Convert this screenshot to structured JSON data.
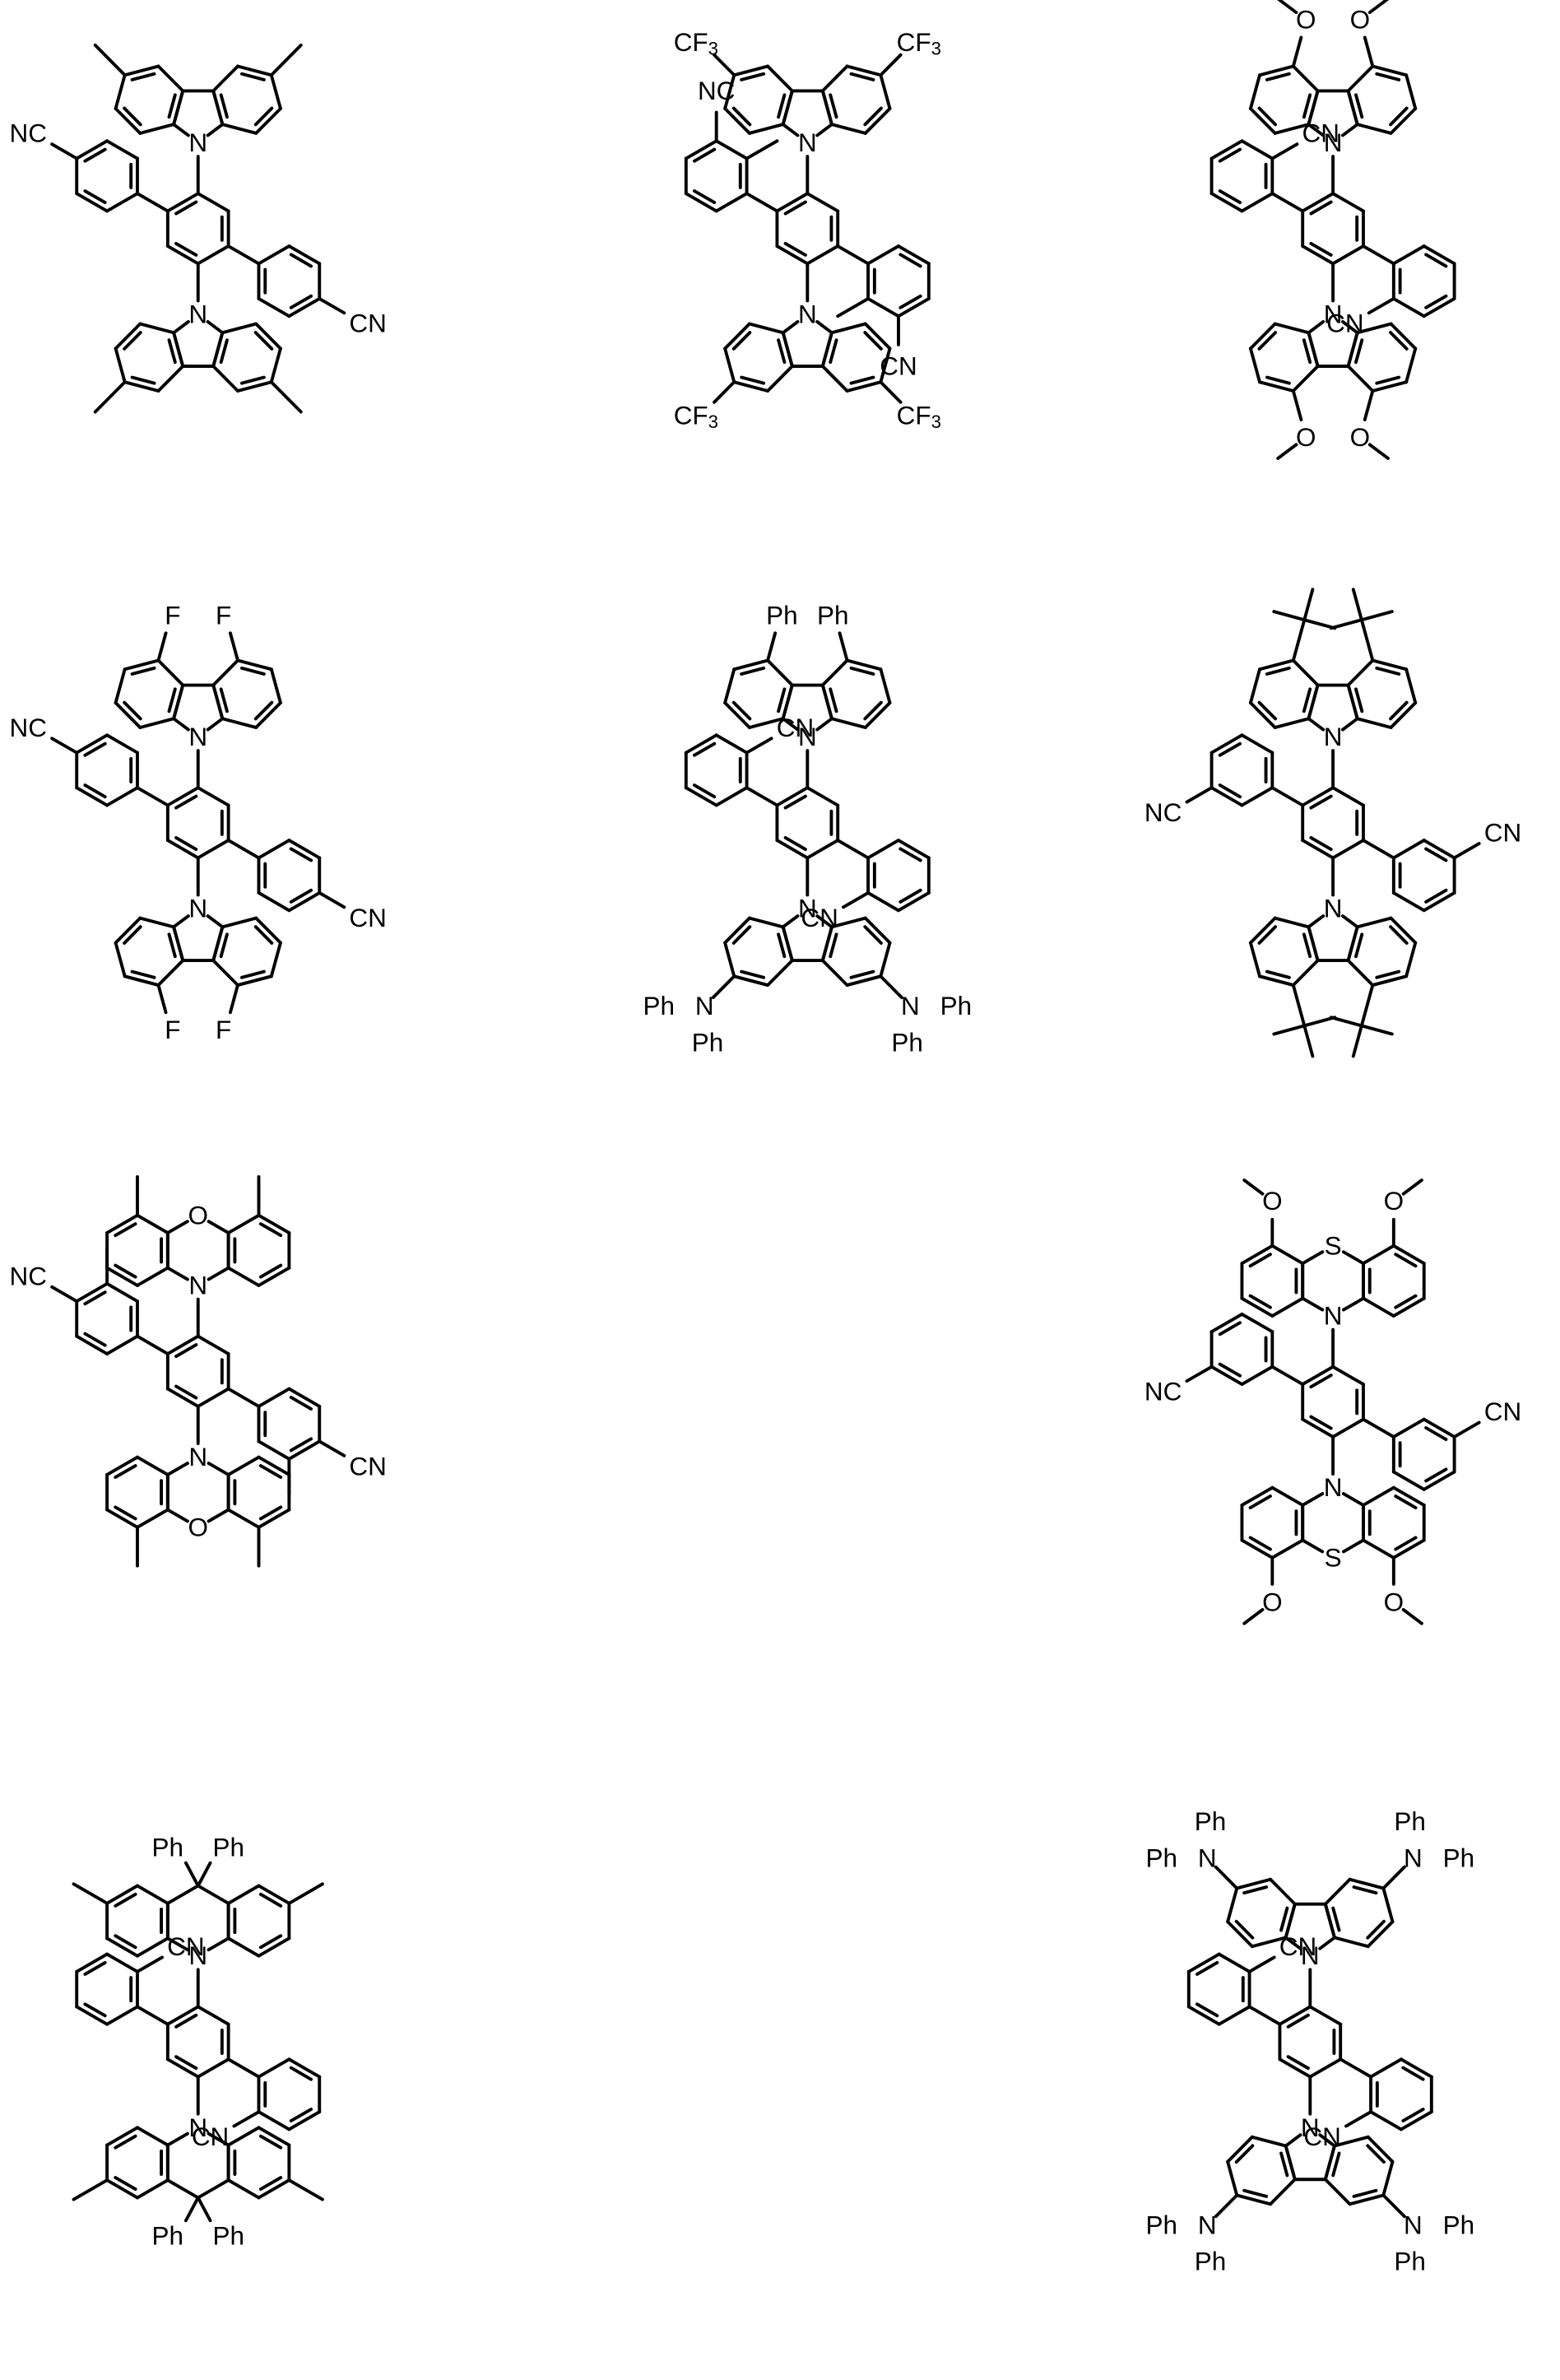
{
  "figure": {
    "type": "chemical-structure-grid",
    "layout": {
      "rows": 4,
      "columns": 3
    },
    "background": "#ffffff",
    "ink": "#000000"
  },
  "molecules": [
    {
      "id": "m1",
      "row": 1,
      "col": 1,
      "core": "1,4-di(carbazol-9-yl)-2,5-diarylbenzene",
      "donor": "3,6-dimethylcarbazole",
      "donor_substituent_label": "",
      "acceptor": "4-cyanophenyl",
      "labels": {
        "top_left": "NC",
        "bottom_right": "CN",
        "n_top": "N",
        "n_bottom": "N"
      }
    },
    {
      "id": "m2",
      "row": 1,
      "col": 2,
      "core": "1,4-di(carbazol-9-yl)-2,5-diarylbenzene",
      "donor": "3,6-bis(trifluoromethyl)carbazole",
      "donor_substituent_label": "CF3",
      "acceptor": "3-cyano-2-methylphenyl",
      "labels": {
        "cf3_left": "F3C",
        "cf3_right": "CF3",
        "left_cn": "NC",
        "right_cn": "CN",
        "n_top": "N",
        "n_bottom": "N"
      }
    },
    {
      "id": "m3",
      "row": 1,
      "col": 3,
      "core": "1,4-di(carbazol-9-yl)-2,5-diarylbenzene",
      "donor": "2,7-dimethoxycarbazole",
      "donor_substituent_label": "O",
      "acceptor": "2-cyanophenyl",
      "labels": {
        "o": "O",
        "left_cn": "CN",
        "right_cn": "CN",
        "n_top": "N",
        "n_bottom": "N"
      }
    },
    {
      "id": "m4",
      "row": 2,
      "col": 1,
      "core": "1,4-di(carbazol-9-yl)-2,5-diarylbenzene",
      "donor": "2,7-difluorocarbazole",
      "donor_substituent_label": "F",
      "acceptor": "4-cyanophenyl",
      "labels": {
        "f": "F",
        "left_cn": "NC",
        "right_cn": "CN",
        "n_top": "N",
        "n_bottom": "N"
      }
    },
    {
      "id": "m5",
      "row": 2,
      "col": 2,
      "core": "1,4-di(carbazol-9-yl)-2,5-diarylbenzene",
      "donor": "top: 2,7-diphenylcarbazole; bottom: 3,6-bis(diphenylamino)carbazole",
      "donor_substituent_label": "Ph",
      "acceptor": "2-cyanophenyl",
      "labels": {
        "ph": "Ph",
        "n_amine": "N",
        "left_cn": "CN",
        "right_cn": "CN",
        "n_top": "N",
        "n_bottom": "N"
      }
    },
    {
      "id": "m6",
      "row": 2,
      "col": 3,
      "core": "1,4-di(carbazol-9-yl)-2,5-diarylbenzene",
      "donor": "2,7-di-tert-butylcarbazole",
      "donor_substituent_label": "",
      "acceptor": "3-cyanophenyl",
      "labels": {
        "left_cn": "NC",
        "right_cn": "CN",
        "n_top": "N",
        "n_bottom": "N"
      }
    },
    {
      "id": "m7",
      "row": 3,
      "col": 1,
      "core": "1,4-di(phenoxazin-10-yl)-2,5-diarylbenzene",
      "donor": "2,8-dimethylphenoxazine",
      "donor_substituent_label": "O",
      "acceptor": "4-cyano-3-methylphenyl",
      "labels": {
        "o": "O",
        "left_cn": "NC",
        "right_cn": "CN",
        "n_top": "N",
        "n_bottom": "N"
      }
    },
    {
      "id": "m8",
      "row": 3,
      "col": 3,
      "core": "1,4-di(phenothiazin-10-yl)-2,5-diarylbenzene",
      "donor": "2,8-dimethoxyphenothiazine",
      "donor_substituent_label": "S",
      "acceptor": "3-cyanophenyl",
      "labels": {
        "s": "S",
        "o": "O",
        "left_cn": "NC",
        "right_cn": "CN",
        "n_top": "N",
        "n_bottom": "N"
      }
    },
    {
      "id": "m9",
      "row": 4,
      "col": 1,
      "core": "1,4-di(acridin-10-yl)-2,5-diarylbenzene",
      "donor": "2,7-dimethyl-9,9-diphenyl-9,10-dihydroacridine",
      "donor_substituent_label": "Ph",
      "acceptor": "2-cyanophenyl",
      "labels": {
        "ph": "Ph",
        "left_cn": "CN",
        "right_cn": "CN",
        "n_top": "N",
        "n_bottom": "N"
      }
    },
    {
      "id": "m10",
      "row": 4,
      "col": 3,
      "core": "1,4-di(carbazol-9-yl)-2,5-diarylbenzene",
      "donor": "3,6-bis(diphenylamino)carbazole",
      "donor_substituent_label": "Ph",
      "acceptor": "2-cyanophenyl",
      "labels": {
        "ph": "Ph",
        "n_amine": "N",
        "left_cn": "CN",
        "right_cn": "CN",
        "n_top": "N",
        "n_bottom": "N"
      }
    }
  ],
  "empty_cells": [
    {
      "row": 3,
      "col": 2
    },
    {
      "row": 4,
      "col": 2
    }
  ]
}
